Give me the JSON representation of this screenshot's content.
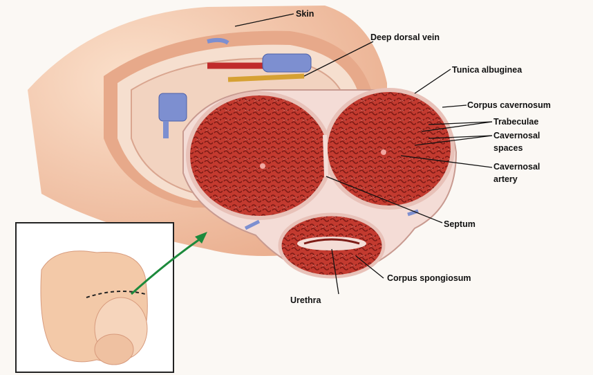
{
  "labels": {
    "skin": "Skin",
    "deep_dorsal_vein": "Deep dorsal vein",
    "tunica_albuginea": "Tunica albuginea",
    "corpus_cavernosum": "Corpus cavernosum",
    "trabeculae": "Trabeculae",
    "cavernosal_spaces_line1": "Cavernosal",
    "cavernosal_spaces_line2": "spaces",
    "cavernosal_artery_line1": "Cavernosal",
    "cavernosal_artery_line2": "artery",
    "septum": "Septum",
    "corpus_spongiosum": "Corpus spongiosum",
    "urethra": "Urethra"
  },
  "colors": {
    "skin": "#f3c9a8",
    "skin_dark": "#d98f6e",
    "tissue": "#b8352c",
    "tissue_dark": "#7d1b16",
    "tunica": "#f4dcd6",
    "vein": "#7d8fd0",
    "inset_arrow": "#1c8a3c"
  }
}
